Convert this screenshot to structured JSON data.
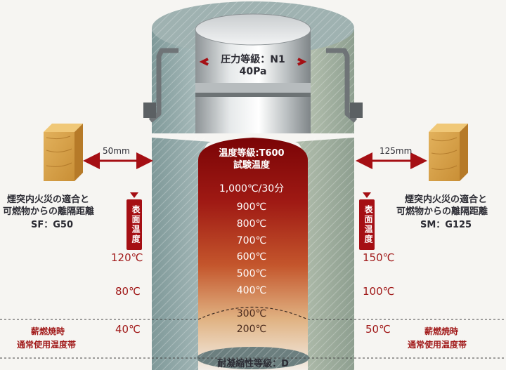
{
  "pressure": {
    "grade": "圧力等級：N1",
    "value": "40Pa"
  },
  "temperature": {
    "grade": "温度等級:T600",
    "test_label": "試験温度"
  },
  "scale": [
    "1,000℃/30分",
    "900℃",
    "800℃",
    "700℃",
    "600℃",
    "500℃",
    "400℃",
    "300℃",
    "200℃"
  ],
  "condensation": "耐凝縮性等級：D",
  "left": {
    "distance": "50mm",
    "title_line1": "煙突内火災の適合と",
    "title_line2": "可燃物からの離隔距離",
    "code": "SF：G50",
    "surface_label": "表面温度",
    "temps": [
      "120℃",
      "80℃",
      "40℃"
    ],
    "band_line1": "薪燃焼時",
    "band_line2": "通常使用温度帯"
  },
  "right": {
    "distance": "125mm",
    "title_line1": "煙突内火災の適合と",
    "title_line2": "可燃物からの離隔距離",
    "code": "SM：G125",
    "surface_label": "表面温度",
    "temps": [
      "150℃",
      "100℃",
      "50℃"
    ],
    "band_line1": "薪燃焼時",
    "band_line2": "通常使用温度帯"
  },
  "colors": {
    "accent_red": "#a50f14",
    "text_red": "#a11a1a",
    "wall": "#8fa7a7",
    "wood": "#d9a84e"
  }
}
